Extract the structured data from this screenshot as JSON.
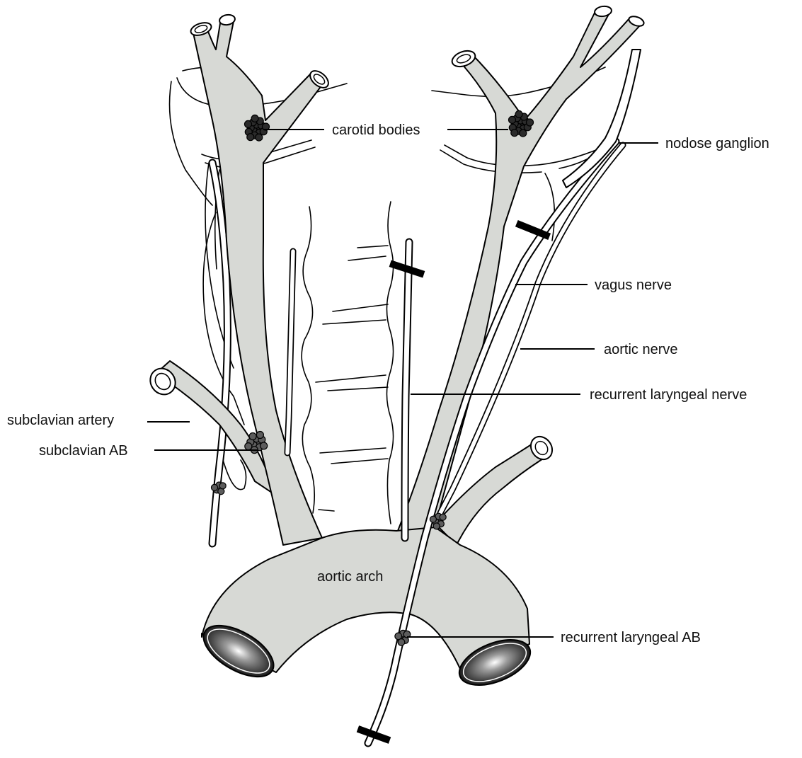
{
  "colors": {
    "vessel_fill": "#d7d9d5",
    "outline": "#000000",
    "body_cluster": "#2b2b2b",
    "ab_cluster": "#5c5c5c",
    "background": "#ffffff"
  },
  "labels": {
    "carotid_bodies": "carotid bodies",
    "nodose_ganglion": "nodose ganglion",
    "vagus_nerve": "vagus nerve",
    "aortic_nerve": "aortic nerve",
    "recurrent_laryngeal_nerve": "recurrent laryngeal nerve",
    "subclavian_artery": "subclavian artery",
    "subclavian_ab": "subclavian AB",
    "aortic_arch": "aortic arch",
    "recurrent_laryngeal_ab": "recurrent laryngeal AB"
  },
  "icons": {
    "nerve_cut": "nerve-transection-bar-icon",
    "body_cluster": "cell-cluster-icon"
  }
}
